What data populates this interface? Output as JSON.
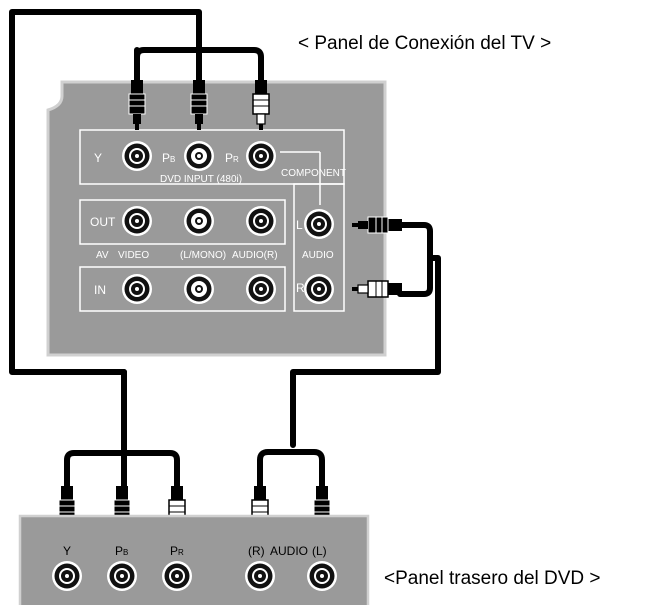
{
  "tv_panel": {
    "caption": "< Panel de Conexión del TV >",
    "jacks": {
      "y": "Y",
      "pb_main": "P",
      "pb_sub": "B",
      "pr_main": "P",
      "pr_sub": "R",
      "dvd_input": "DVD INPUT (480i)",
      "component": "COMPONENT",
      "out": "OUT",
      "av": "AV",
      "video": "VIDEO",
      "l_mono": "(L/MONO)",
      "audio_r": "AUDIO(R)",
      "in": "IN",
      "l": "L",
      "r": "R",
      "audio": "AUDIO"
    }
  },
  "dvd_panel": {
    "caption": "<Panel trasero del DVD >",
    "jacks": {
      "y": "Y",
      "pb_main": "P",
      "pb_sub": "B",
      "pr_main": "P",
      "pr_sub": "R",
      "r_paren": "(R)",
      "audio": "AUDIO",
      "l_paren": "(L)"
    }
  },
  "colors": {
    "panel_fill": "#9a9a9a",
    "panel_edge": "#d8d8d8",
    "cable": "#000000",
    "jack_dark": "#111111",
    "jack_white": "#ffffff"
  }
}
